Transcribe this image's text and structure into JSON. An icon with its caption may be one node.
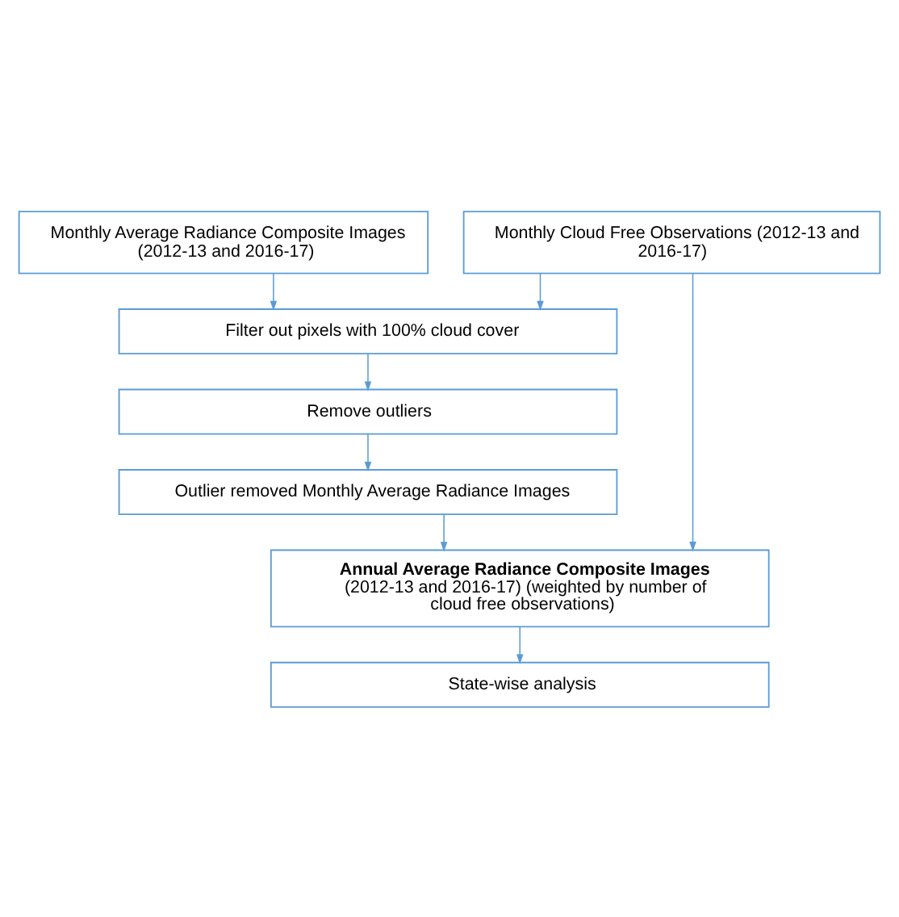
{
  "diagram": {
    "nodes": [
      {
        "text": [
          "Monthly Average Radiance Composite Images (2012-13 and 2016-17)"
        ]
      },
      {
        "text": [
          "Monthly Cloud Free Observations (2012-13 and 2016-17)"
        ]
      },
      {
        "text": [
          "Filter out pixels with 100% cloud cover"
        ]
      },
      {
        "text": [
          "Remove outliers"
        ]
      },
      {
        "text": [
          "Outlier removed Monthly Average Radiance Images"
        ]
      },
      {
        "text": [
          "Annual Average Radiance Composite Images",
          "(2012-13 and 2016-17) (weighted by number of cloud free observations)"
        ]
      },
      {
        "text": [
          "State-wise analysis"
        ]
      }
    ],
    "edges": [
      {
        "from": 0,
        "to": 2,
        "arrow": "to"
      },
      {
        "from": 1,
        "to": 2,
        "arrow": "to"
      },
      {
        "from": 2,
        "to": 3,
        "arrow": "to"
      },
      {
        "from": 3,
        "to": 4,
        "arrow": "to"
      },
      {
        "from": 4,
        "to": 5,
        "arrow": "to"
      },
      {
        "from": 1,
        "to": 5,
        "arrow": "to"
      },
      {
        "from": 5,
        "to": 6,
        "arrow": "to"
      }
    ]
  }
}
